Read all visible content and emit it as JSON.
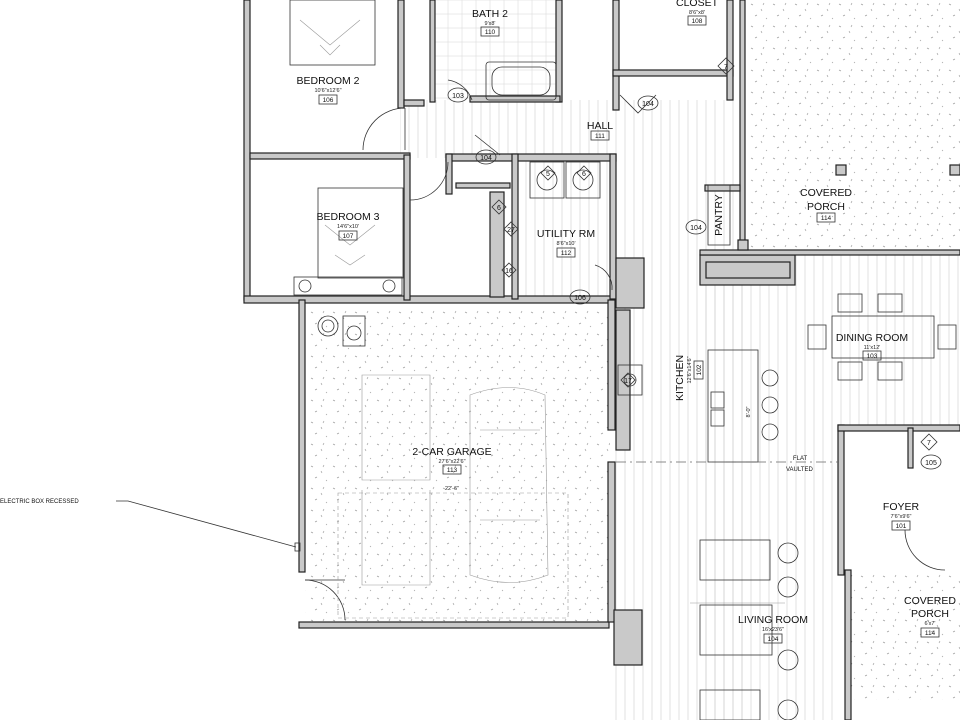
{
  "colors": {
    "wall_fill": "#c9c9c9",
    "wall_stroke": "#222222",
    "paper": "#ffffff",
    "stipple": "#9a9a9a"
  },
  "rooms": {
    "bedroom2": {
      "name": "BEDROOM 2",
      "dims": "10'6\"x12'6\"",
      "num": "106"
    },
    "bath2": {
      "name": "BATH 2",
      "dims": "9'x8'",
      "num": "110"
    },
    "closet": {
      "name": "CLOSET",
      "dims": "8'6\"x8'",
      "num": "108"
    },
    "hall": {
      "name": "HALL",
      "num": "111"
    },
    "covered_porch_back": {
      "name_line1": "COVERED",
      "name_line2": "PORCH",
      "num": "114"
    },
    "bedroom3": {
      "name": "BEDROOM 3",
      "dims": "14'6\"x10'",
      "num": "107"
    },
    "utility": {
      "name": "UTILITY RM",
      "dims": "8'6\"x10'",
      "num": "112"
    },
    "pantry": {
      "name": "PANTRY"
    },
    "dining": {
      "name": "DINING ROOM",
      "dims": "11'x12'",
      "num": "103"
    },
    "kitchen": {
      "name": "KITCHEN",
      "dims": "12'6\"x14'6\"",
      "num": "102"
    },
    "garage": {
      "name": "2-CAR GARAGE",
      "dims": "27'6\"x22'6\"",
      "num": "113"
    },
    "foyer": {
      "name": "FOYER",
      "dims": "7'6\"x9'6\"",
      "num": "101"
    },
    "covered_porch_front": {
      "name_line1": "COVERED",
      "name_line2": "PORCH",
      "dims": "6'x7'",
      "num": "114"
    },
    "living": {
      "name": "LIVING ROOM",
      "dims": "16'x23'6\"",
      "num": "104"
    }
  },
  "tags": {
    "t103": "103",
    "t104a": "104",
    "t104b": "104",
    "t104c": "104",
    "t106": "106",
    "t105": "105",
    "t7a": "7",
    "t7b": "7",
    "t5": "5",
    "t6": "6",
    "t6b": "6",
    "t27": "27",
    "t16": "16",
    "t17": "17"
  },
  "notes": {
    "electric_box": "ELECTRIC BOX RECESSED",
    "garage_width": "22'-6\"",
    "flat": "FLAT",
    "vaulted": "VAULTED",
    "island_dim": "8'-0\""
  }
}
